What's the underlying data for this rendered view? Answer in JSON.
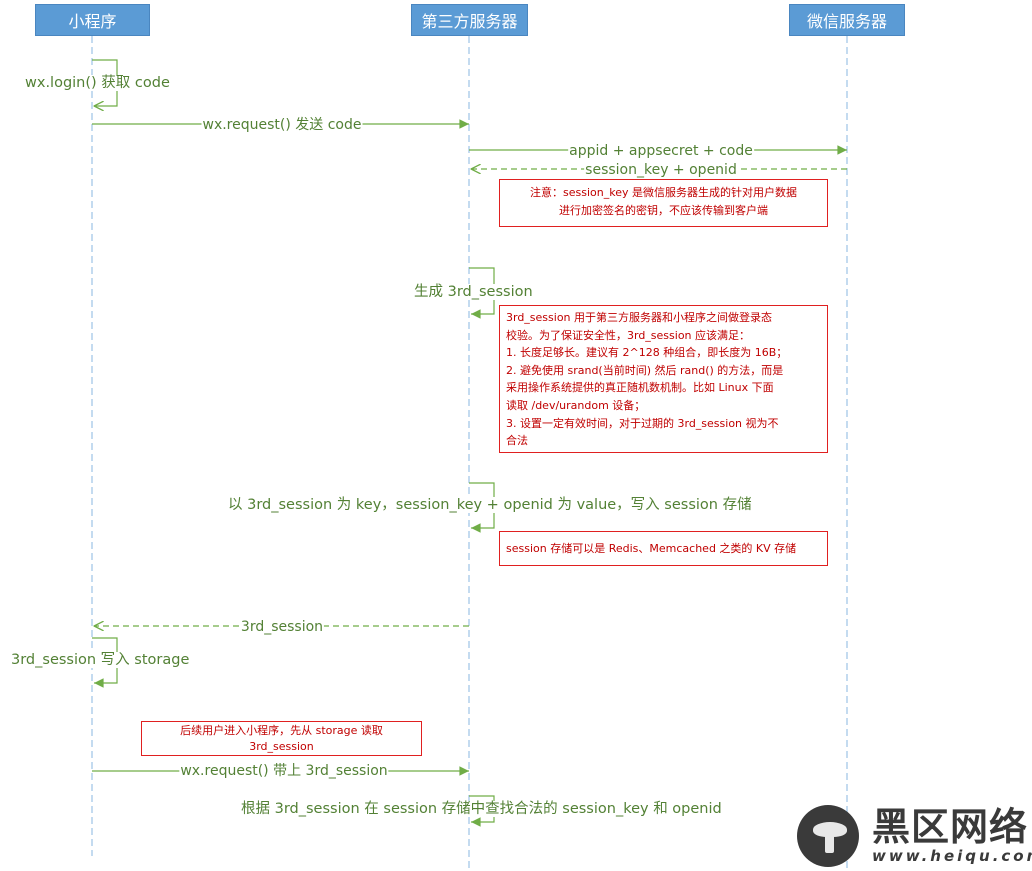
{
  "actors": {
    "mini": "小程序",
    "third": "第三方服务器",
    "wechat": "微信服务器"
  },
  "messages": {
    "m1": "wx.login() 获取 code",
    "m2": "wx.request() 发送 code",
    "m3": "appid + appsecret + code",
    "m4": "session_key + openid",
    "m5": "生成 3rd_session",
    "m6": "以 3rd_session 为 key，session_key + openid 为 value，写入 session 存储",
    "m7": "3rd_session",
    "m8": "3rd_session 写入 storage",
    "m9": "wx.request() 带上 3rd_session",
    "m10": "根据 3rd_session 在 session 存储中查找合法的 session_key 和 openid"
  },
  "notes": {
    "note1": [
      "注意：session_key 是微信服务器生成的针对用户数据",
      "进行加密签名的密钥，不应该传输到客户端"
    ],
    "note2": [
      "3rd_session 用于第三方服务器和小程序之间做登录态",
      "校验。为了保证安全性，3rd_session 应该满足：",
      "1. 长度足够长。建议有 2^128 种组合，即长度为 16B；",
      "2. 避免使用 srand(当前时间) 然后 rand() 的方法，而是",
      "采用操作系统提供的真正随机数机制。比如 Linux 下面",
      "读取 /dev/urandom 设备；",
      "3. 设置一定有效时间，对于过期的 3rd_session 视为不",
      "合法"
    ],
    "note3": [
      "session 存储可以是 Redis、Memcached 之类的 KV 存储"
    ],
    "note4": [
      "后续用户进入小程序，先从 storage 读取",
      "3rd_session"
    ]
  },
  "watermark": {
    "title": "黑区网络",
    "url": "www.heiqu.com"
  },
  "colors": {
    "actor": "#5b9bd5",
    "lifeline": "#9dc3e6",
    "arrow": "#70ad47",
    "label": "#538135",
    "note_border": "#e02020",
    "note_text": "#c00000"
  }
}
